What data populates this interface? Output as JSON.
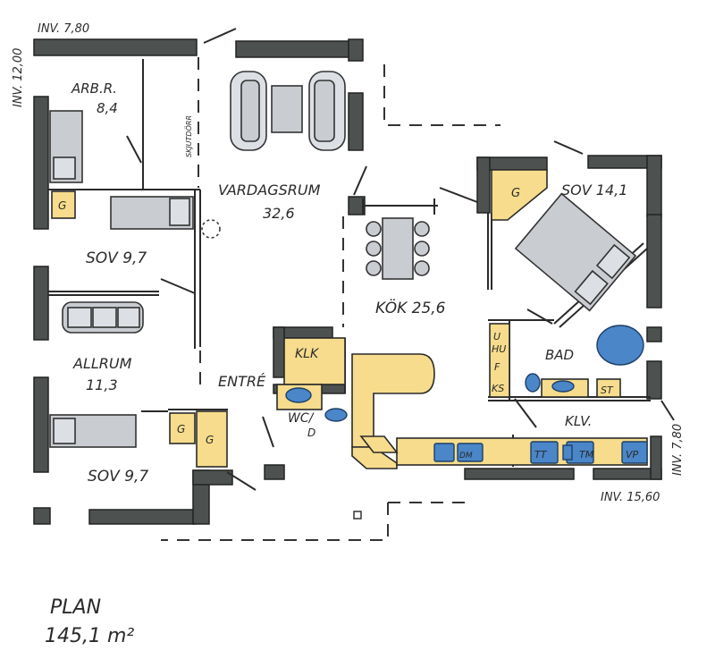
{
  "plan": {
    "title": "PLAN",
    "area": "145,1 m²"
  },
  "dimensions": {
    "top": "INV. 7,80",
    "left": "INV. 12,00",
    "right": "INV. 7,80",
    "bottom": "INV. 15,60"
  },
  "rooms": {
    "arbr_name": "ARB.R.",
    "arbr_area": "8,4",
    "sov1": "SOV 9,7",
    "allrum_name": "ALLRUM",
    "allrum_area": "11,3",
    "sov2": "SOV 9,7",
    "vardagsrum_name": "VARDAGSRUM",
    "vardagsrum_area": "32,6",
    "kok": "KÖK 25,6",
    "sov3": "SOV 14,1",
    "bad": "BAD",
    "klk": "KLK",
    "entre": "ENTRÉ",
    "wc": "WC/",
    "d": "D",
    "klv": "KLV."
  },
  "fixtures": {
    "g": "G",
    "u": "U",
    "hu": "HU",
    "f": "F",
    "ks": "KS",
    "st": "ST",
    "dm": "DM",
    "tt": "TT",
    "tm": "TM",
    "vp": "VP",
    "skjutdorr": "SKJUTDÖRR"
  },
  "colors": {
    "wall": "#4d5250",
    "cabinet": "#f6dc8c",
    "appliance": "#4a86c8",
    "furniture": "#c9ccd1"
  }
}
